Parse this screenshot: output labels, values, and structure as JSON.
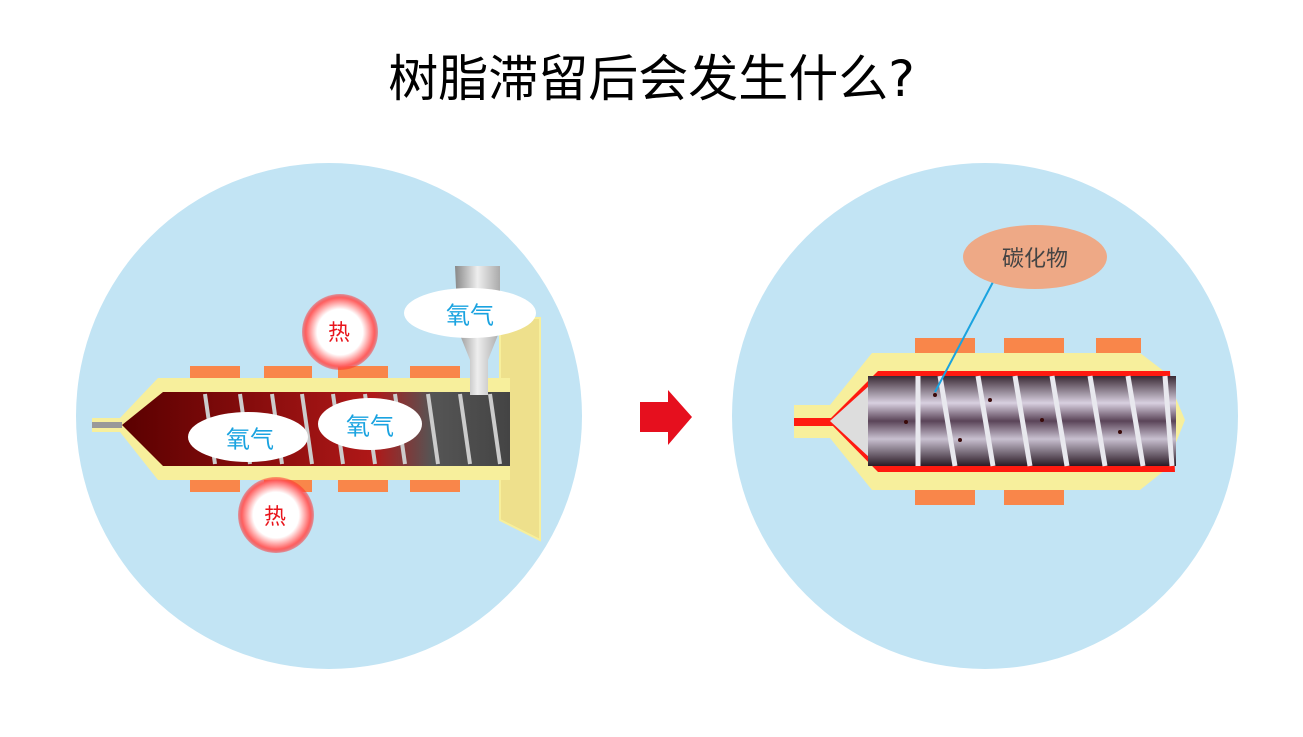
{
  "title": "树脂滞留后会发生什么?",
  "left_panel": {
    "heat_labels": [
      "热",
      "热"
    ],
    "oxygen_labels": [
      "氧气",
      "氧气",
      "氧气"
    ]
  },
  "right_panel": {
    "callout": "碳化物"
  },
  "colors": {
    "circle_bg": "#c2e4f4",
    "barrel": "#f7ef9c",
    "heater": "#f9864a",
    "arrow": "#e60f1e",
    "resin": "#ff1a10",
    "callout_bg": "#eea986",
    "oxygen_text": "#1aa3e0"
  }
}
